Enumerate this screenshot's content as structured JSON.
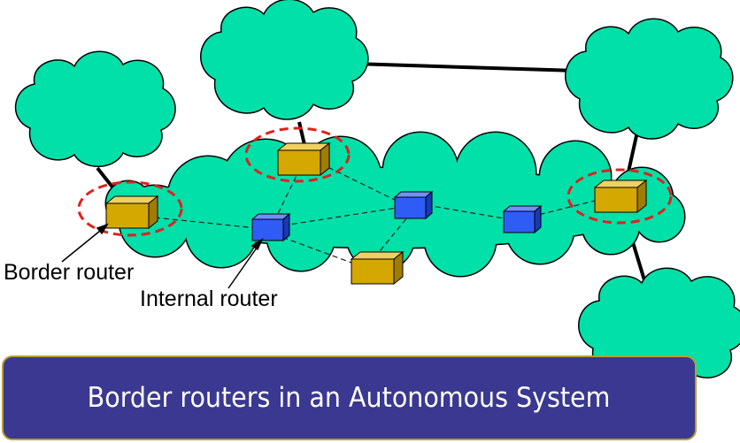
{
  "labels": {
    "border_router": "Border router",
    "internal_router": "Internal router"
  },
  "caption": "Border routers in an Autonomous System",
  "colors": {
    "cloud_fill": "#00e0a8",
    "cloud_stroke": "#000000",
    "border_router_fill": "#d4a800",
    "internal_router_fill": "#2f5cf5",
    "highlight_ring": "#e02020",
    "caption_background": "#3a3890",
    "caption_border": "#b8a030",
    "caption_text": "#ffffff"
  },
  "icons": {
    "border_router": "border-router-icon",
    "internal_router": "internal-router-icon",
    "external_network": "cloud-icon"
  }
}
